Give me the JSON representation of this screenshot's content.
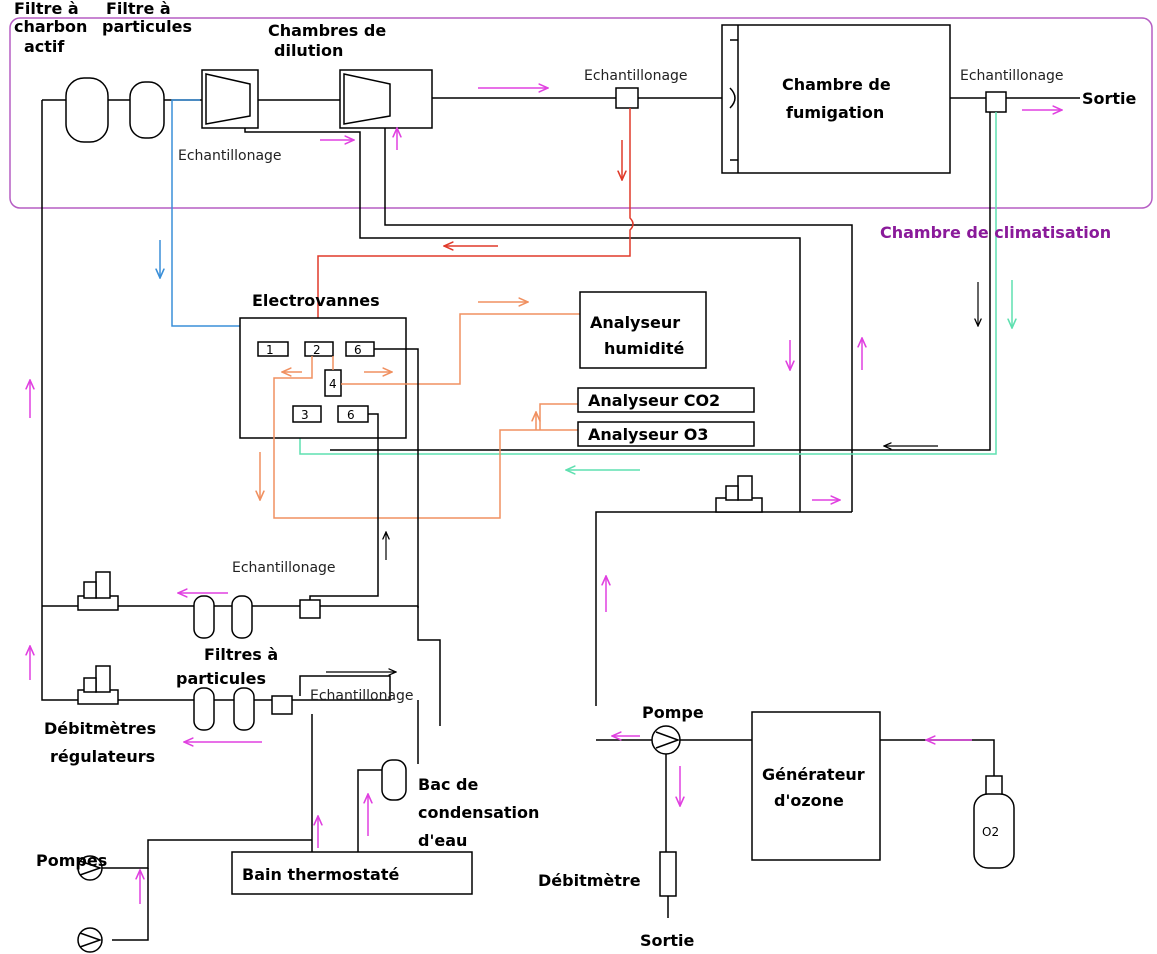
{
  "labels": {
    "filtre_charbon_1": "Filtre à",
    "filtre_charbon_2": "charbon",
    "filtre_charbon_3": "actif",
    "filtre_particules_top_1": "Filtre à",
    "filtre_particules_top_2": "particules",
    "chambres_dilution_1": "Chambres de",
    "chambres_dilution_2": "dilution",
    "echantillonnage_1": "Echantillonage",
    "echantillonnage_2": "Echantillonage",
    "echantillonnage_3": "Echantillonage",
    "echantillonnage_4": "Echantillonage",
    "echantillonnage_5": "Echantillonage",
    "chambre_fumigation_1": "Chambre de",
    "chambre_fumigation_2": "fumigation",
    "sortie_top": "Sortie",
    "chambre_climatisation": "Chambre de climatisation",
    "electrovannes": "Electrovannes",
    "analyseur_humidite_1": "Analyseur",
    "analyseur_humidite_2": "humidité",
    "analyseur_co2": "Analyseur CO2",
    "analyseur_o3": "Analyseur O3",
    "filtres_particules_bottom_1": "Filtres à",
    "filtres_particules_bottom_2": "particules",
    "debitmetres_1": "Débitmètres",
    "debitmetres_2": "régulateurs",
    "bac_condensation_1": "Bac de",
    "bac_condensation_2": "condensation",
    "bac_condensation_3": "d'eau",
    "pompes": "Pompes",
    "bain_thermostate": "Bain thermostaté",
    "pompe": "Pompe",
    "generateur_ozone_1": "Générateur",
    "generateur_ozone_2": "d'ozone",
    "o2": "O2",
    "debitmetre": "Débitmètre",
    "sortie_bottom": "Sortie"
  },
  "valves": [
    "1",
    "2",
    "6",
    "4",
    "3",
    "6"
  ],
  "colors": {
    "frame_purple": "#b65ec4",
    "arrow_magenta": "#e040e0",
    "line_red": "#e03a2a",
    "line_blue": "#3a8fd8",
    "line_orange": "#f09060",
    "line_green": "#5fe0b0",
    "line_black": "#000000"
  }
}
